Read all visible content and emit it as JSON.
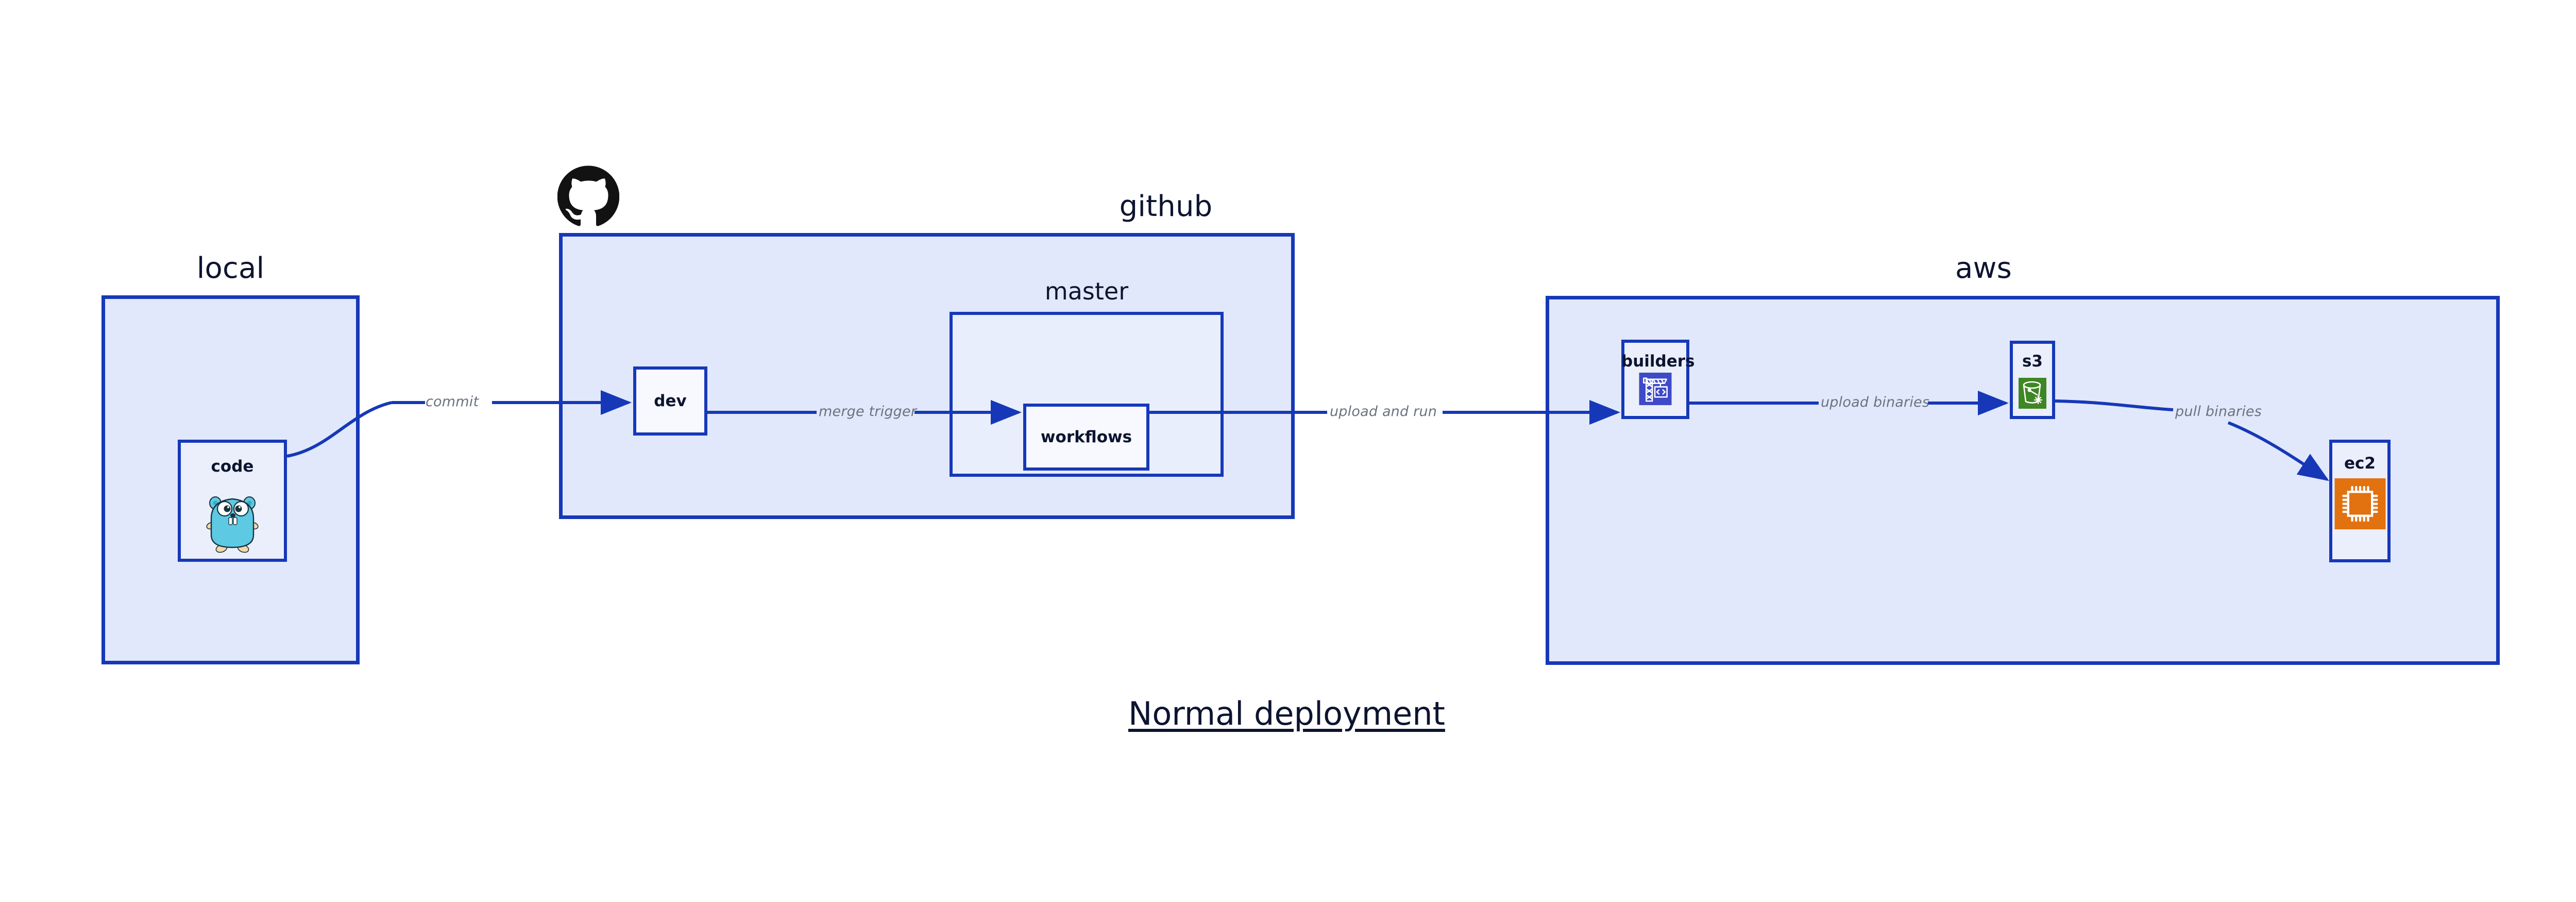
{
  "diagram": {
    "caption": "Normal deployment",
    "zones": [
      {
        "id": "local",
        "label": "local"
      },
      {
        "id": "github",
        "label": "github"
      },
      {
        "id": "aws",
        "label": "aws"
      }
    ],
    "subgroups": [
      {
        "id": "master",
        "label": "master",
        "parent": "github"
      }
    ],
    "nodes": [
      {
        "id": "code",
        "label": "code",
        "zone": "local",
        "icon": "go-gopher-icon"
      },
      {
        "id": "dev",
        "label": "dev",
        "zone": "github",
        "icon": "none"
      },
      {
        "id": "workflows",
        "label": "workflows",
        "zone": "master",
        "icon": "none"
      },
      {
        "id": "builders",
        "label": "builders",
        "zone": "aws",
        "icon": "aws-builders-crane-icon"
      },
      {
        "id": "s3",
        "label": "s3",
        "zone": "aws",
        "icon": "aws-s3-bucket-icon"
      },
      {
        "id": "ec2",
        "label": "ec2",
        "zone": "aws",
        "icon": "aws-ec2-chip-icon"
      }
    ],
    "edges": [
      {
        "id": "commit",
        "from": "code",
        "to": "dev",
        "label": "commit"
      },
      {
        "id": "merge-trigger",
        "from": "dev",
        "to": "workflows",
        "label": "merge trigger"
      },
      {
        "id": "upload-and-run",
        "from": "workflows",
        "to": "builders",
        "label": "upload and run"
      },
      {
        "id": "upload-binaries",
        "from": "builders",
        "to": "s3",
        "label": "upload binaries"
      },
      {
        "id": "pull-binaries",
        "from": "s3",
        "to": "ec2",
        "label": "pull binaries"
      }
    ],
    "logos": [
      {
        "id": "github-logo",
        "name": "github-octocat-icon",
        "zone": "github"
      }
    ],
    "colors": {
      "zone_fill": "#E1E8FB",
      "node_fill": "#EAEFFB",
      "stroke": "#1638B8",
      "edge_label": "#6B7280",
      "text": "#0D1430",
      "builders_icon_bg": "#3E4AC8",
      "s3_icon_bg": "#3F8624",
      "ec2_icon_bg": "#E2710F",
      "gopher_body": "#5DC9E2",
      "background": "#FFFFFF"
    }
  }
}
